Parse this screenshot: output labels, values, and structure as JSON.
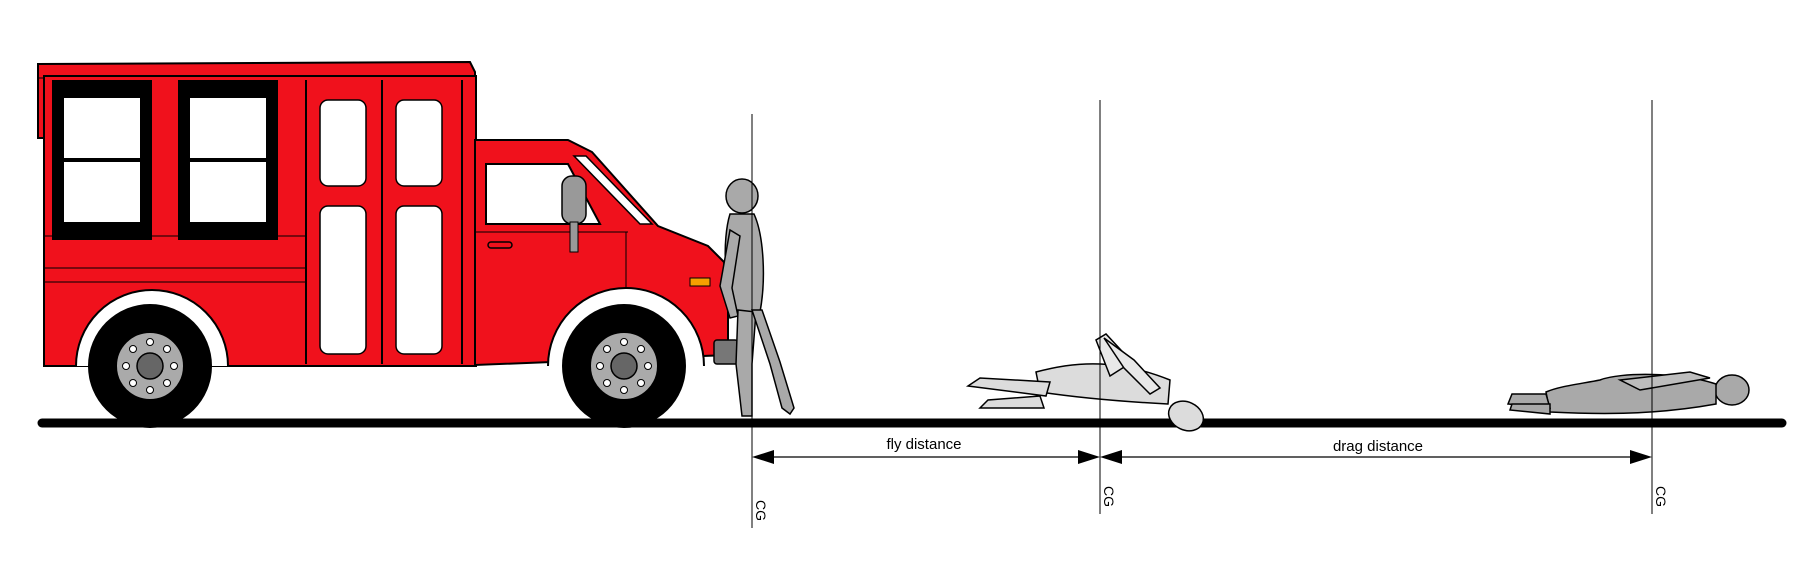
{
  "labels": {
    "fly": "fly distance",
    "drag": "drag distance",
    "cg": "CG"
  },
  "colors": {
    "vehicle_body": "#f0111c",
    "window": "#ffffff",
    "frame": "#000000",
    "pedestrian": "#a9a9a9",
    "pedestrian_light": "#dcdcdc",
    "ground": "#000000",
    "marker_light": "#f5a000"
  }
}
